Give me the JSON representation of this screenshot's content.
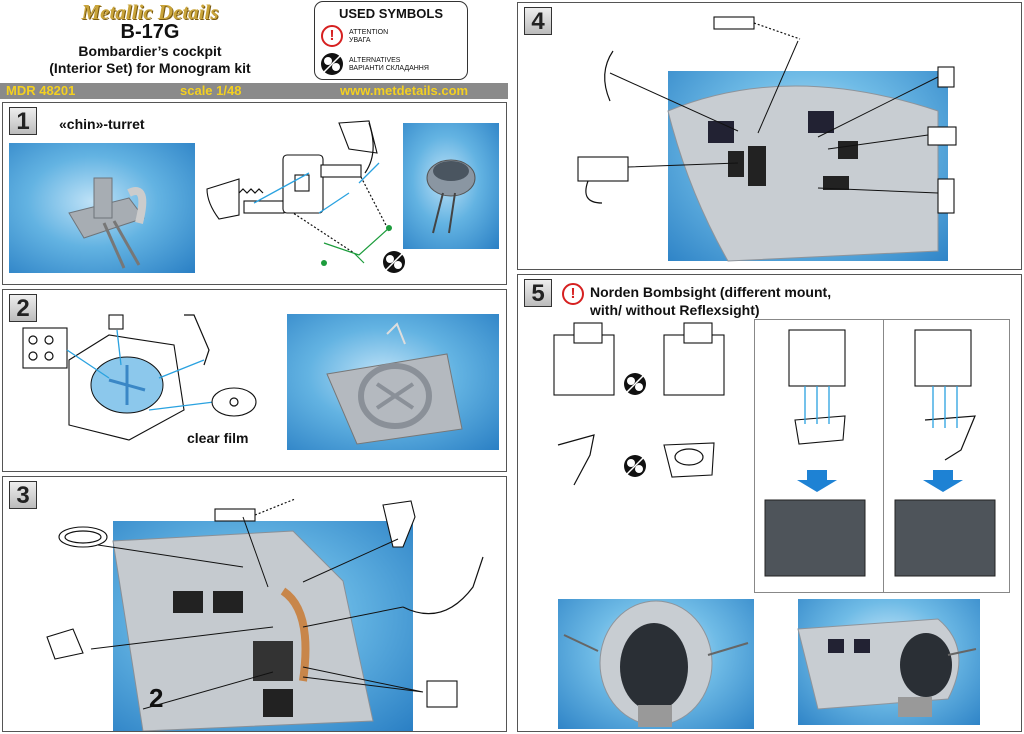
{
  "header": {
    "brand": "Metallic Details",
    "model": "B-17G",
    "subtitle_line1": "Bombardier’s cockpit",
    "subtitle_line2": "(Interior Set) for Monogram kit",
    "sku": "MDR 48201",
    "scale": "scale 1/48",
    "website": "www.metdetails.com"
  },
  "symbols": {
    "title": "USED SYMBOLS",
    "attention_en": "ATTENTION",
    "attention_ua": "УВАГА",
    "alternatives_en": "ALTERNATIVES",
    "alternatives_ua": "ВАРІАНТИ СКЛАДАННЯ",
    "attention_icon": "!"
  },
  "steps": {
    "s1": {
      "number": "1",
      "title": "«chin»-turret"
    },
    "s2": {
      "number": "2",
      "label": "clear film"
    },
    "s3": {
      "number": "3",
      "callout": "2"
    },
    "s4": {
      "number": "4"
    },
    "s5": {
      "number": "5",
      "title_line1": "Norden Bombsight (different mount,",
      "title_line2": "with/ without  Reflexsight)",
      "attention_icon": "!"
    }
  },
  "colors": {
    "accent_blue": "#2aa2e0",
    "alt_green": "#1c9c3c",
    "attention_red": "#d62020",
    "header_bar": "#8a8a8a",
    "header_text": "#f4d020",
    "brand_gold": "#c9a43a"
  },
  "icons": {
    "attention": "attention-icon",
    "alternatives": "alternatives-icon",
    "arrow": "down-arrow-icon"
  }
}
